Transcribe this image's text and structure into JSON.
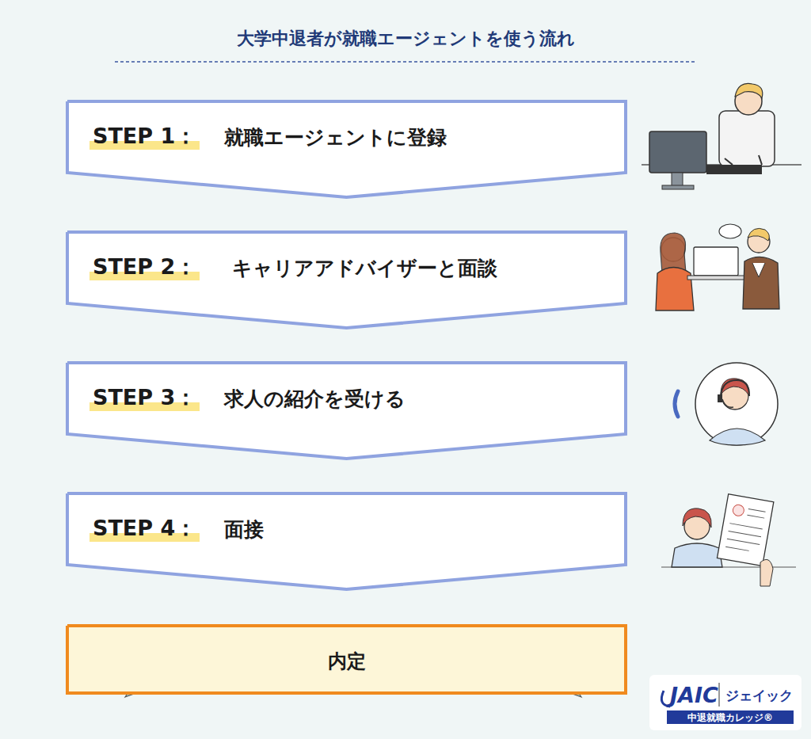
{
  "diagram": {
    "title": "大学中退者が就職エージェントを使う流れ",
    "nodes": [
      {
        "text": [
          "STEP 1：",
          "就職エージェントに登録"
        ]
      },
      {
        "text": [
          "STEP 2：",
          "キャリアアドバイザーと面談"
        ]
      },
      {
        "text": [
          "STEP 3：",
          "求人の紹介を受ける"
        ]
      },
      {
        "text": [
          "STEP 4：",
          "面接"
        ]
      },
      {
        "text": [
          "内定"
        ]
      }
    ],
    "labels": [
      "JAIC",
      "ジェイック",
      "中退就職カレッジ®"
    ]
  }
}
